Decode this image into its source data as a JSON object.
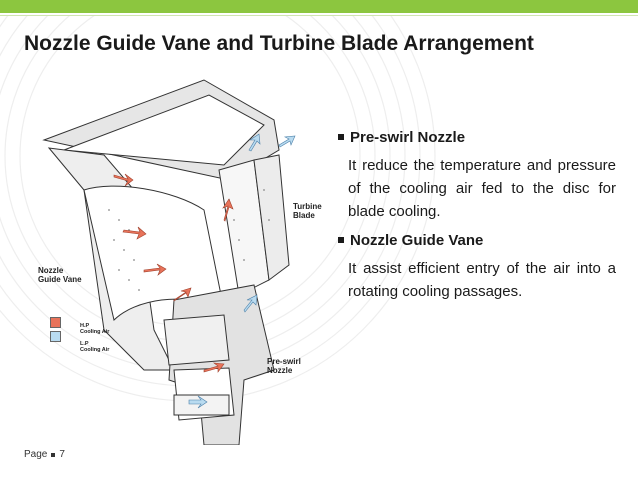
{
  "slide": {
    "title": "Nozzle Guide Vane and Turbine Blade Arrangement"
  },
  "figure": {
    "labels": {
      "turbine_blade": "Turbine\nBlade",
      "nozzle_guide_vane": "Nozzle\nGuide Vane",
      "hp_cooling_air": "H.P\nCooling Air",
      "lp_cooling_air": "L.P\nCooling Air",
      "pre_swirl_nozzle": "Pre-swirl\nNozzle"
    },
    "legend_colors": {
      "hp": "#e8735a",
      "lp": "#b9dbf0"
    }
  },
  "bullets": [
    {
      "heading": "Pre-swirl Nozzle",
      "text": "It reduce the temperature and pressure of the cooling air fed to the disc for blade cooling."
    },
    {
      "heading": "Nozzle Guide Vane",
      "text": "It assist efficient entry of the air into a rotating cooling passages."
    }
  ],
  "footer": {
    "page_label": "Page",
    "page_number": "7"
  },
  "colors": {
    "accent": "#8cc63f"
  }
}
